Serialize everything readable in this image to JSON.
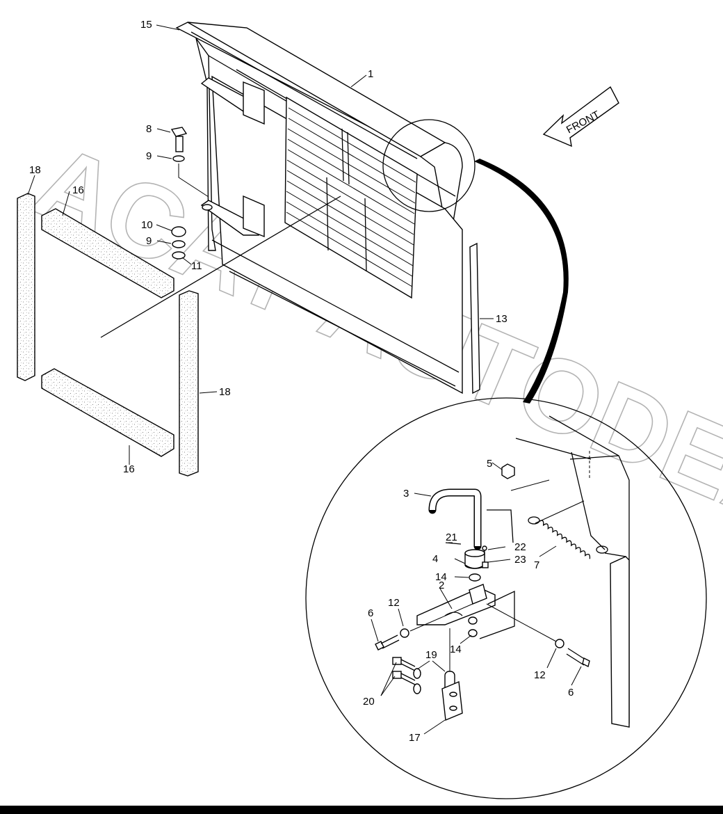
{
  "callouts": [
    {
      "label": "15"
    },
    {
      "label": "1"
    },
    {
      "label": "8"
    },
    {
      "label": "9"
    },
    {
      "label": "18"
    },
    {
      "label": "16"
    },
    {
      "label": "10"
    },
    {
      "label": "9"
    },
    {
      "label": "11"
    },
    {
      "label": "13"
    },
    {
      "label": "18"
    },
    {
      "label": "16"
    },
    {
      "label": "5"
    },
    {
      "label": "3"
    },
    {
      "label": "21"
    },
    {
      "label": "22"
    },
    {
      "label": "23"
    },
    {
      "label": "7"
    },
    {
      "label": "4"
    },
    {
      "label": "14"
    },
    {
      "label": "2"
    },
    {
      "label": "12"
    },
    {
      "label": "6"
    },
    {
      "label": "19"
    },
    {
      "label": "14"
    },
    {
      "label": "20"
    },
    {
      "label": "12"
    },
    {
      "label": "6"
    },
    {
      "label": "17"
    }
  ],
  "direction_arrow": {
    "label": "FRONT"
  },
  "watermark": {
    "text": "ACAT-AUTODEALER.RU"
  },
  "colors": {
    "ink": "#000000",
    "watermark": "#9a9a9a",
    "paper": "#ffffff"
  }
}
